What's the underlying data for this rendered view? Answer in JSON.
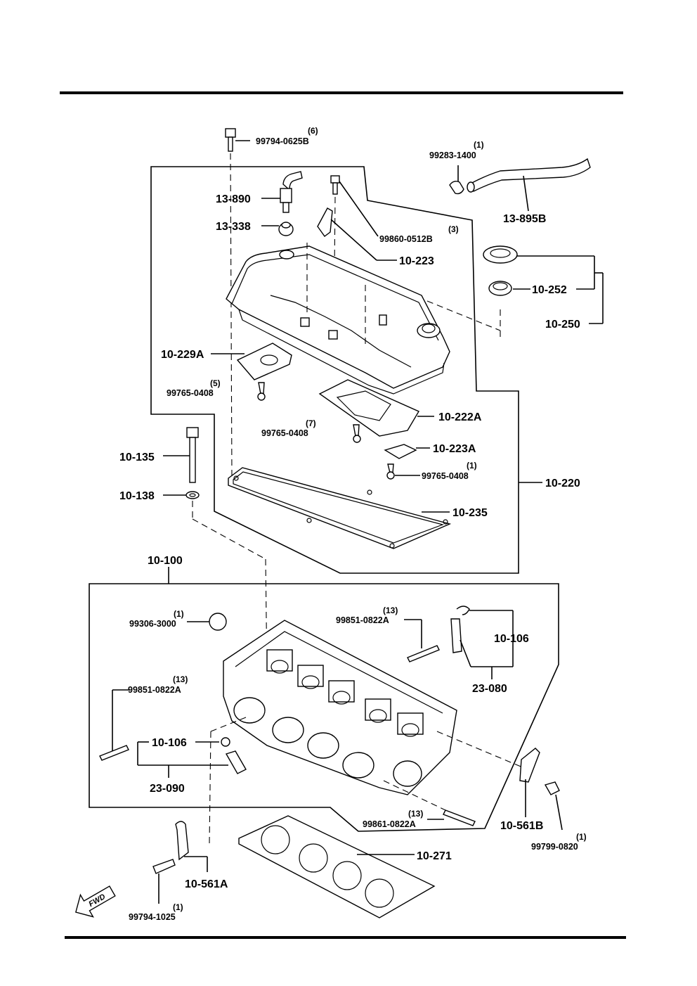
{
  "labels": {
    "p10_100": "10-100",
    "p10_106_top": "10-106",
    "p10_106_left": "10-106",
    "p10_135": "10-135",
    "p10_138": "10-138",
    "p10_220": "10-220",
    "p10_222a": "10-222A",
    "p10_223": "10-223",
    "p10_223a": "10-223A",
    "p10_229a": "10-229A",
    "p10_235": "10-235",
    "p10_250": "10-250",
    "p10_252": "10-252",
    "p10_271": "10-271",
    "p10_561a": "10-561A",
    "p10_561b": "10-561B",
    "p13_338": "13-338",
    "p13_890": "13-890",
    "p13_895b": "13-895B",
    "p23_080": "23-080",
    "p23_090": "23-090"
  },
  "part_numbers": [
    {
      "id": "pn-99794-0625b",
      "number": "99794-0625B",
      "qty": "(6)"
    },
    {
      "id": "pn-99283-1400",
      "number": "99283-1400",
      "qty": "(1)"
    },
    {
      "id": "pn-99860-0512b",
      "number": "99860-0512B",
      "qty": "(3)"
    },
    {
      "id": "pn-99765-0408-a",
      "number": "99765-0408",
      "qty": "(5)"
    },
    {
      "id": "pn-99765-0408-b",
      "number": "99765-0408",
      "qty": "(7)"
    },
    {
      "id": "pn-99765-0408-c",
      "number": "99765-0408",
      "qty": "(1)"
    },
    {
      "id": "pn-99306-3000",
      "number": "99306-3000",
      "qty": "(1)"
    },
    {
      "id": "pn-99851-0822a-a",
      "number": "99851-0822A",
      "qty": "(13)"
    },
    {
      "id": "pn-99851-0822a-b",
      "number": "99851-0822A",
      "qty": "(13)"
    },
    {
      "id": "pn-99861-0822a",
      "number": "99861-0822A",
      "qty": "(13)"
    },
    {
      "id": "pn-99799-0820",
      "number": "99799-0820",
      "qty": "(1)"
    },
    {
      "id": "pn-99794-1025",
      "number": "99794-1025",
      "qty": "(1)"
    }
  ],
  "direction_arrow": "FWD"
}
